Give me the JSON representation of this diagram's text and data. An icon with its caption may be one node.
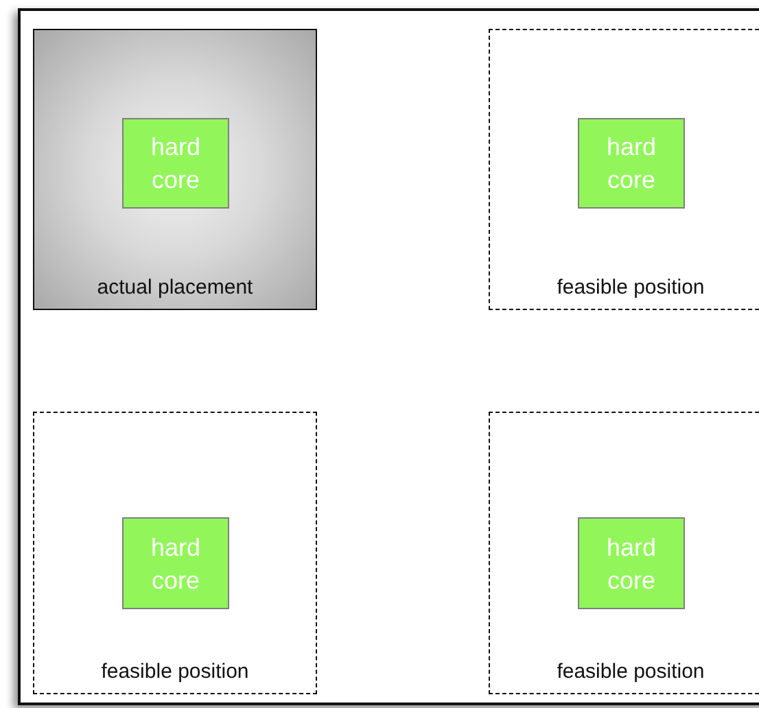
{
  "diagram": {
    "nodes": [
      {
        "text": [],
        "shape": "box"
      },
      {
        "text": [
          "actual placement"
        ],
        "in": 0
      },
      {
        "text": [
          "hard core"
        ],
        "in": 1
      },
      {
        "text": [
          "feasible position"
        ],
        "in": 0
      },
      {
        "text": [
          "hard core"
        ],
        "in": 3
      },
      {
        "text": [
          "feasible position"
        ],
        "in": 0
      },
      {
        "text": [
          "hard core"
        ],
        "in": 5
      },
      {
        "text": [
          "feasible position"
        ],
        "in": 0
      },
      {
        "text": [
          "hard core"
        ],
        "in": 7
      }
    ]
  }
}
